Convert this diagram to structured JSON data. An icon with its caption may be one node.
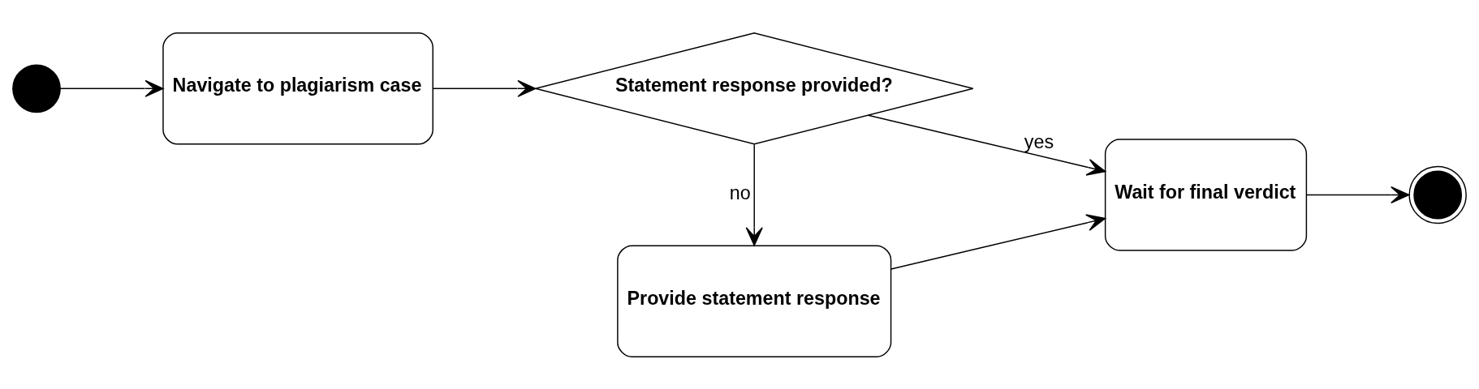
{
  "diagram": {
    "nodes": [
      {
        "text": [],
        "shape": "circle"
      },
      {
        "text": [
          "Navigate to plagiarism case"
        ]
      },
      {
        "text": [
          "Statement response provided?"
        ]
      },
      {
        "text": [
          "Provide statement response"
        ]
      },
      {
        "text": [
          "Wait for final verdict"
        ]
      },
      {
        "text": [],
        "shape": "circle"
      }
    ],
    "edges": [
      {
        "from": 0,
        "to": 1,
        "arrow": "to"
      },
      {
        "from": 1,
        "to": 2,
        "arrow": "to"
      },
      {
        "from": 2,
        "to": 3,
        "arrow": "to",
        "label": "no"
      },
      {
        "from": 2,
        "to": 4,
        "arrow": "to",
        "label": "yes"
      },
      {
        "from": 3,
        "to": 4,
        "arrow": "to"
      },
      {
        "from": 4,
        "to": 5,
        "arrow": "to"
      }
    ]
  }
}
